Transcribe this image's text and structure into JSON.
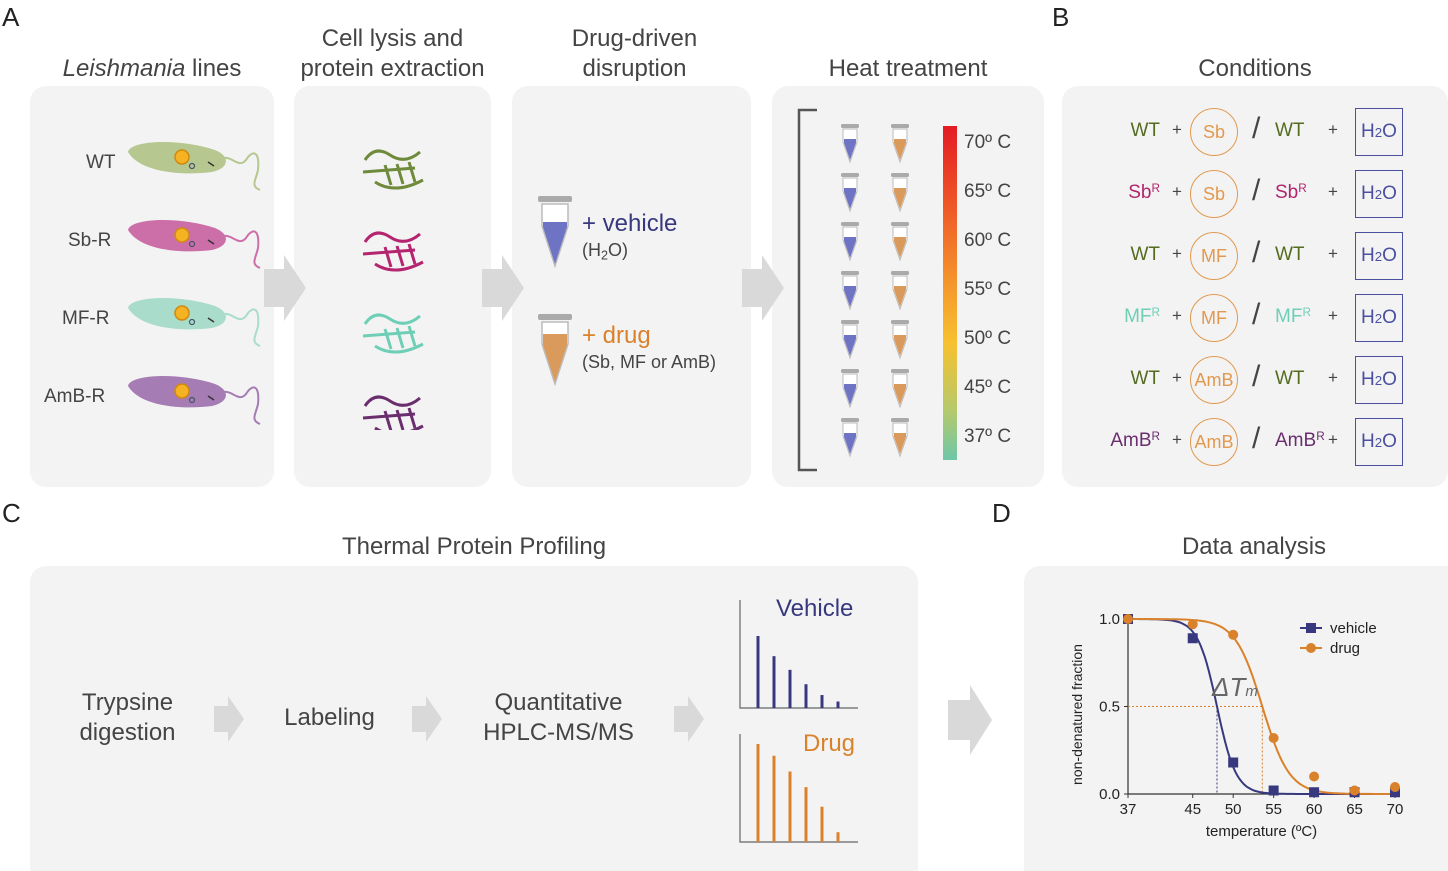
{
  "panel_letters": {
    "a": "A",
    "b": "B",
    "c": "C",
    "d": "D"
  },
  "panelA": {
    "titles": {
      "leishmania_em": "Leishmania",
      "leishmania_rest": " lines",
      "lysis_line1": "Cell lysis and",
      "lysis_line2": "protein extraction",
      "drug_line1": "Drug-driven",
      "drug_line2": "disruption",
      "heat": "Heat treatment"
    },
    "lines": [
      {
        "label": "WT",
        "color": "#9fb47a"
      },
      {
        "label": "Sb-R",
        "color": "#c25a9c"
      },
      {
        "label": "MF-R",
        "color": "#9fd8c8"
      },
      {
        "label": "AmB-R",
        "color": "#9a6aa8"
      }
    ],
    "protein_colors": [
      "#6e8a3a",
      "#b4246f",
      "#6fcfb6",
      "#6a2e6e"
    ],
    "vehicle": {
      "label": "+ vehicle",
      "detail_pre": "(H",
      "detail_sub": "2",
      "detail_post": "O)",
      "color": "#37387e"
    },
    "drug": {
      "label": "+ drug",
      "detail": "(Sb, MF or AmB)",
      "color": "#d9822b"
    },
    "temperatures": [
      "70º C",
      "65º C",
      "60º C",
      "55º C",
      "50º C",
      "45º C",
      "37º C"
    ]
  },
  "panelB": {
    "title": "Conditions",
    "plus": "+",
    "slash": "/",
    "water_main": "H",
    "water_sub": "2",
    "water_post": "O",
    "rows": [
      {
        "left": "WT",
        "left_sup": "",
        "left_color": "#556b1f",
        "drug": "Sb",
        "right": "WT",
        "right_sup": "",
        "right_color": "#556b1f"
      },
      {
        "left": "Sb",
        "left_sup": "R",
        "left_color": "#b0266e",
        "drug": "Sb",
        "right": "Sb",
        "right_sup": "R",
        "right_color": "#b0266e"
      },
      {
        "left": "WT",
        "left_sup": "",
        "left_color": "#556b1f",
        "drug": "MF",
        "right": "WT",
        "right_sup": "",
        "right_color": "#556b1f"
      },
      {
        "left": "MF",
        "left_sup": "R",
        "left_color": "#6fcfb6",
        "drug": "MF",
        "right": "MF",
        "right_sup": "R",
        "right_color": "#6fcfb6"
      },
      {
        "left": "WT",
        "left_sup": "",
        "left_color": "#556b1f",
        "drug": "AmB",
        "right": "WT",
        "right_sup": "",
        "right_color": "#556b1f"
      },
      {
        "left": "AmB",
        "left_sup": "R",
        "left_color": "#6a2e6e",
        "drug": "AmB",
        "right": "AmB",
        "right_sup": "R",
        "right_color": "#6a2e6e"
      }
    ]
  },
  "panelC": {
    "title": "Thermal Protein Profiling",
    "step1_line1": "Trypsine",
    "step1_line2": "digestion",
    "step2": "Labeling",
    "step3_line1": "Quantitative",
    "step3_line2": "HPLC-MS/MS",
    "vehicle_label": "Vehicle",
    "drug_label": "Drug",
    "vehicle_color": "#37387e",
    "drug_color": "#d9822b",
    "spectrum_vehicle": [
      1.0,
      0.72,
      0.53,
      0.33,
      0.18,
      0.09
    ],
    "spectrum_drug": [
      1.0,
      0.88,
      0.72,
      0.56,
      0.36,
      0.1
    ]
  },
  "panelD": {
    "title": "Data analysis",
    "delta_label": "ΔT",
    "delta_sub": "m",
    "chart_data": {
      "type": "scatter",
      "xlabel": "temperature (ºC)",
      "ylabel": "non-denatured fraction",
      "x_ticks": [
        "37",
        "45",
        "50",
        "55",
        "60",
        "65",
        "70"
      ],
      "y_ticks": [
        "0.0",
        "0.5",
        "1.0"
      ],
      "xlim": [
        37,
        70
      ],
      "ylim": [
        0,
        1
      ],
      "legend_position": "top-right",
      "series": [
        {
          "name": "vehicle",
          "color": "#37387e",
          "marker": "square",
          "x": [
            37,
            45,
            50,
            55,
            60,
            65,
            70
          ],
          "y": [
            1.0,
            0.89,
            0.18,
            0.02,
            0.01,
            0.01,
            0.01
          ],
          "tm": 48.0
        },
        {
          "name": "drug",
          "color": "#d9822b",
          "marker": "circle",
          "x": [
            37,
            45,
            50,
            55,
            60,
            65,
            70
          ],
          "y": [
            1.0,
            0.97,
            0.91,
            0.32,
            0.1,
            0.02,
            0.04
          ],
          "tm": 53.6
        }
      ]
    }
  }
}
